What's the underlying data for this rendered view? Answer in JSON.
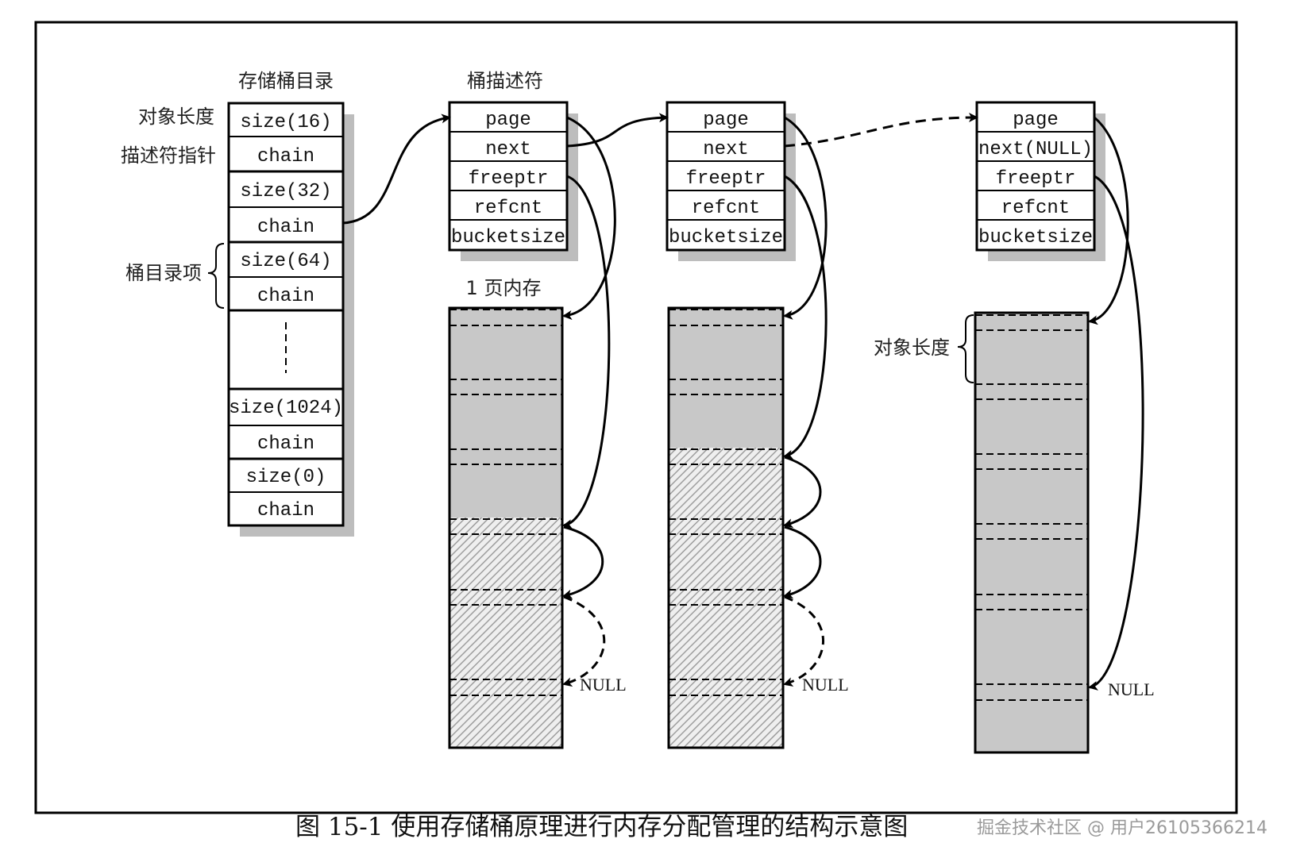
{
  "labels": {
    "directory_title": "存储桶目录",
    "descriptor_title": "桶描述符",
    "object_length": "对象长度",
    "descriptor_pointer": "描述符指针",
    "directory_entry": "桶目录项",
    "one_page_memory": "1 页内存",
    "object_length_right": "对象长度",
    "null": "NULL"
  },
  "directory": {
    "entries": [
      {
        "size": "size(16)",
        "chain": "chain"
      },
      {
        "size": "size(32)",
        "chain": "chain"
      },
      {
        "size": "size(64)",
        "chain": "chain"
      },
      {
        "size": "size(1024)",
        "chain": "chain"
      },
      {
        "size": "size(0)",
        "chain": "chain"
      }
    ]
  },
  "descriptors": [
    {
      "fields": [
        "page",
        "next",
        "freeptr",
        "refcnt",
        "bucketsize"
      ]
    },
    {
      "fields": [
        "page",
        "next",
        "freeptr",
        "refcnt",
        "bucketsize"
      ]
    },
    {
      "fields": [
        "page",
        "next(NULL)",
        "freeptr",
        "refcnt",
        "bucketsize"
      ]
    }
  ],
  "memory_pages": [
    {
      "used_blocks": 3,
      "free_blocks": 3
    },
    {
      "used_blocks": 2,
      "free_blocks": 4
    },
    {
      "used_blocks": 6,
      "free_blocks": 0
    }
  ],
  "colors": {
    "used": "#c8c8c8",
    "shadow": "#bdbdbd",
    "line": "#000000"
  },
  "caption": "图 15-1  使用存储桶原理进行内存分配管理的结构示意图",
  "watermark": "掘金技术社区 @ 用户26105366214"
}
